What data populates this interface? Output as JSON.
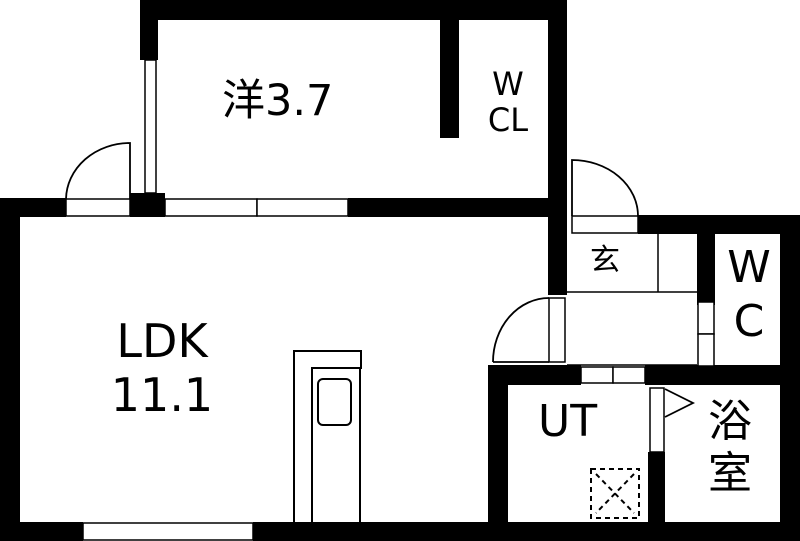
{
  "plan": {
    "colors": {
      "wall": "#000000",
      "background": "#ffffff",
      "text": "#000000"
    },
    "rooms": {
      "western": {
        "name": "洋",
        "size": "3.7",
        "label": "洋3.7"
      },
      "wcl": {
        "line1": "W",
        "line2": "CL"
      },
      "ldk": {
        "line1": "LDK",
        "line2": "11.1"
      },
      "genkan": {
        "label": "玄"
      },
      "wc": {
        "line1": "W",
        "line2": "C"
      },
      "ut": {
        "label": "UT"
      },
      "bath": {
        "line1": "浴",
        "line2": "室"
      }
    },
    "fixtures": {
      "refrigerator": "refrigerator-space",
      "washer": "washing-machine-space"
    }
  }
}
